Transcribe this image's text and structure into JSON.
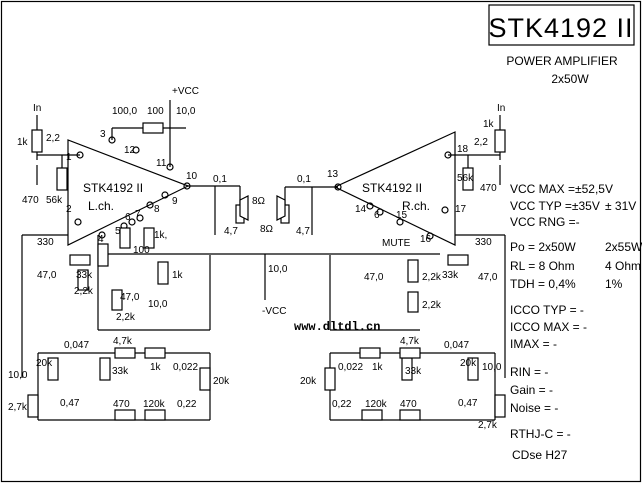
{
  "title": {
    "part": "STK4192 II",
    "type": "POWER AMPLIFIER",
    "power": "2x50W"
  },
  "chip": {
    "left": {
      "name": "STK4192 II",
      "channel": "L.ch."
    },
    "right": {
      "name": "STK4192 II",
      "channel": "R.ch."
    },
    "pins": [
      "1",
      "2",
      "3",
      "4",
      "5",
      "6",
      "7",
      "8",
      "9",
      "10",
      "11",
      "12",
      "13",
      "14",
      "15",
      "16",
      "17",
      "18"
    ],
    "mute": "MUTE"
  },
  "supply": {
    "vcc_pos": "+VCC",
    "vcc_neg": "-VCC"
  },
  "components": {
    "in": "In",
    "r1k": "1k",
    "r1k_lower": "1k,",
    "c22": "2,2",
    "c470": "470",
    "r56k": "56k",
    "r100": "100",
    "c100": "100,0",
    "c10": "10,0",
    "c01": "0,1",
    "r8": "8Ω",
    "r47": "4,7",
    "r330": "330",
    "c47": "47,0",
    "r33k": "33k",
    "r22k": "2,2k",
    "r47k": "4,7k",
    "r20k": "20k",
    "c0047": "0,047",
    "c022": "0,022",
    "c022b": "0,22",
    "r27k": "2,7k",
    "r120k": "120k",
    "c047": "0,47",
    "r470": "470"
  },
  "specs": [
    {
      "label": "VCC MAX",
      "val": "=±52,5V",
      "val2": ""
    },
    {
      "label": "VCC TYP",
      "val": "=±35V",
      "val2": "± 31V"
    },
    {
      "label": "VCC RNG",
      "val": "=-",
      "val2": ""
    },
    {
      "label": "Po",
      "val": "= 2x50W",
      "val2": "2x55W"
    },
    {
      "label": "RL",
      "val": "= 8 Ohm",
      "val2": "4 Ohm"
    },
    {
      "label": "TDH",
      "val": "= 0,4%",
      "val2": "1%"
    },
    {
      "label": "ICCO TYP",
      "val": "= -",
      "val2": ""
    },
    {
      "label": "ICCO MAX",
      "val": "= -",
      "val2": ""
    },
    {
      "label": "IMAX",
      "val": "= -",
      "val2": ""
    },
    {
      "label": "RIN",
      "val": "= -",
      "val2": ""
    },
    {
      "label": "Gain",
      "val": "= -",
      "val2": ""
    },
    {
      "label": "Noise",
      "val": "= -",
      "val2": ""
    },
    {
      "label": "RTHJ-C",
      "val": "= -",
      "val2": ""
    }
  ],
  "case": "CDse H27",
  "watermark": "www.dltdl.cn"
}
